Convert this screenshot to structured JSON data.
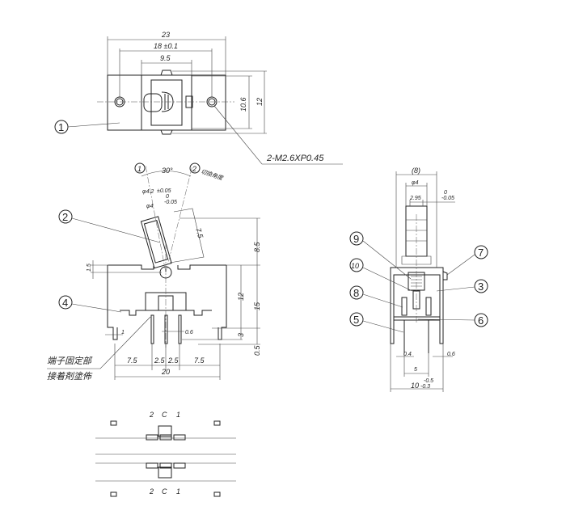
{
  "top_view": {
    "dims": {
      "overall_width": "23",
      "hole_pitch": "18 ±0.1",
      "center_width": "9.5",
      "inner_height": "10.6",
      "height": "12"
    },
    "screw_note": "2-M2.6XP0.45",
    "callout": "1"
  },
  "side_view": {
    "angle": "30°",
    "angle_callouts": [
      "1",
      "2"
    ],
    "angle_note": "切換角度",
    "dims": {
      "lever_dia_outer": "φ4.2",
      "lever_dia_outer_tol": "±0.05",
      "lever_dia": "φ4",
      "lever_tol_top": "0",
      "lever_tol_bottom": "-0.05",
      "lever_length": "7.5",
      "offset": "1.5",
      "lever_height": "8.5",
      "body_height": "12",
      "total_height": "15",
      "pin_length": "3",
      "pin_offset": "0.5",
      "tab_width": "1",
      "pin_width": "0.6",
      "pitch_left": "7.5",
      "pitch_a": "2.5",
      "pitch_b": "2.5",
      "pitch_right": "7.5",
      "overall": "20"
    },
    "callouts": [
      "2",
      "4"
    ],
    "note_line1": "端子固定部",
    "note_line2": "接着剤塗佈"
  },
  "end_view": {
    "dims": {
      "width": "(8)",
      "lever_dia": "φ4",
      "lever_width": "2.95",
      "tol_top": "0",
      "tol_bottom": "-0.05",
      "pin_width_a": "0.4",
      "pin_width_b": "0.6",
      "pin_pitch": "5",
      "overall": "10",
      "overall_tol_top": "-0.5",
      "overall_tol_bottom": "-0.3"
    },
    "callouts": [
      "9",
      "10",
      "8",
      "5",
      "7",
      "3",
      "6"
    ]
  },
  "pcb_layout": {
    "top_labels": [
      "2",
      "C",
      "1"
    ],
    "bottom_labels": [
      "2",
      "C",
      "1"
    ]
  }
}
